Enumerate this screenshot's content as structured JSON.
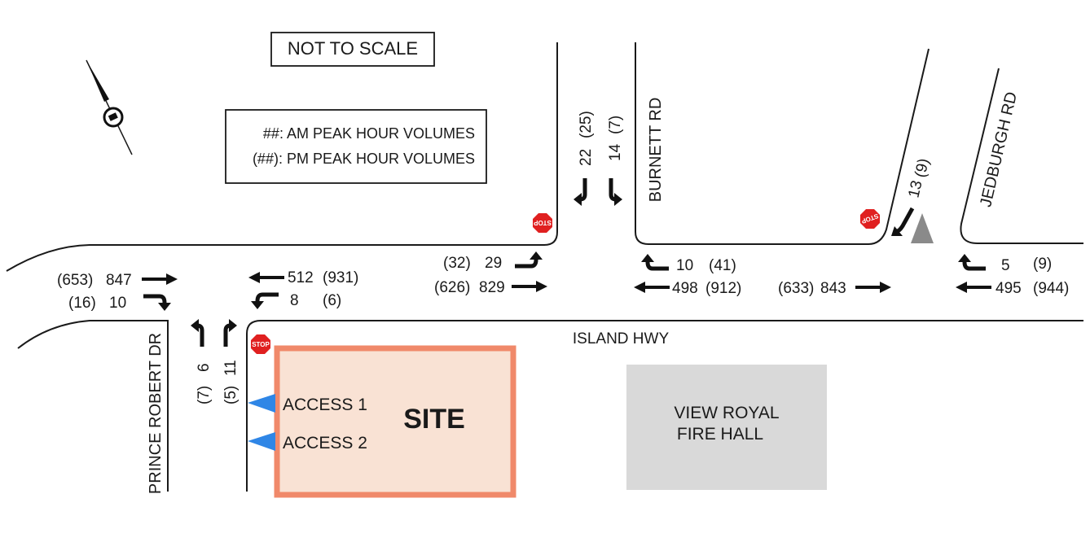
{
  "scale_note": "NOT TO SCALE",
  "legend": {
    "am": "##: AM PEAK HOUR VOLUMES",
    "pm": "(##): PM PEAK HOUR VOLUMES"
  },
  "streets": {
    "island_hwy": "ISLAND HWY",
    "burnett_rd": "BURNETT RD",
    "jedburgh_rd": "JEDBURGH RD",
    "prince_robert_dr": "PRINCE ROBERT DR"
  },
  "site": {
    "label": "SITE",
    "access_1": "ACCESS 1",
    "access_2": "ACCESS 2",
    "fill": "#f9e2d4",
    "border": "#f0896a"
  },
  "fire_hall": {
    "line1": "VIEW ROYAL",
    "line2": "FIRE HALL",
    "fill": "#d9d9d9"
  },
  "stop_sign_text": "STOP",
  "colors": {
    "stop_sign": "#e02020",
    "access_marker": "#2f86e6",
    "median": "#8a8a8a"
  },
  "volumes": {
    "prince_robert_west": {
      "eb_through_pm": "(653)",
      "eb_through_am": "847",
      "eb_right_pm": "(16)",
      "eb_right_am": "10"
    },
    "prince_robert_east": {
      "wb_through_am": "512",
      "wb_through_pm": "(931)",
      "wb_left_am": "8",
      "wb_left_pm": "(6)"
    },
    "prince_robert_south": {
      "nb_left_pm": "(7)",
      "nb_left_am": "6",
      "nb_right_pm": "(5)",
      "nb_right_am": "11"
    },
    "burnett_north": {
      "sb_right_am": "22",
      "sb_right_pm": "(25)",
      "sb_left_am": "14",
      "sb_left_pm": "(7)"
    },
    "burnett_west": {
      "eb_left_pm": "(32)",
      "eb_left_am": "29",
      "eb_through_pm": "(626)",
      "eb_through_am": "829"
    },
    "burnett_east": {
      "wb_right_am": "10",
      "wb_right_pm": "(41)",
      "wb_through_am": "498",
      "wb_through_pm": "(912)"
    },
    "mid_eb": {
      "pm": "(633)",
      "am": "843"
    },
    "ramp": {
      "am": "13",
      "pm": "(9)"
    },
    "jedburgh_east": {
      "wb_right_am": "5",
      "wb_right_pm": "(9)",
      "wb_through_am": "495",
      "wb_through_pm": "(944)"
    }
  }
}
